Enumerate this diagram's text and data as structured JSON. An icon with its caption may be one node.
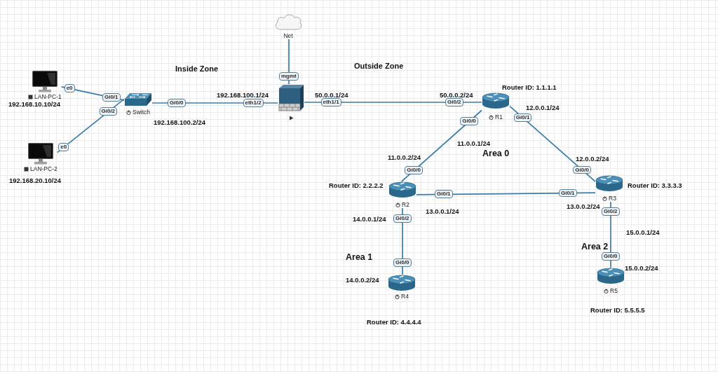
{
  "diagram": {
    "nodes": [
      {
        "text": [
          "LAN-PC-1"
        ],
        "beside": [
          "192.168.10.10/24"
        ]
      },
      {
        "text": [
          "Switch"
        ]
      },
      {
        "text": [
          "LAN-PC-2"
        ],
        "beside": [
          "192.168.20.10/24"
        ]
      },
      {
        "text": [
          "Net"
        ]
      },
      {
        "text": [],
        "shape": "picture"
      },
      {
        "text": [
          "R1"
        ],
        "beside": [
          "Router ID: 1.1.1.1"
        ]
      },
      {
        "text": [
          "R2"
        ],
        "beside": [
          "Router ID: 2.2.2.2"
        ]
      },
      {
        "text": [
          "R3"
        ],
        "beside": [
          "Router ID: 3.3.3.3"
        ]
      },
      {
        "text": [
          "R4"
        ],
        "beside": [
          "Router ID: 4.4.4.4"
        ]
      },
      {
        "text": [
          "R5"
        ],
        "beside": [
          "Router ID: 5.5.5.5"
        ]
      }
    ],
    "edges": [
      {
        "from": 0,
        "to": 1,
        "arrow": "none"
      },
      {
        "from": 2,
        "to": 1,
        "arrow": "none"
      },
      {
        "from": 1,
        "to": 4,
        "arrow": "none"
      },
      {
        "from": 3,
        "to": 4,
        "arrow": "none"
      },
      {
        "from": 4,
        "to": 5,
        "arrow": "none"
      },
      {
        "from": 5,
        "to": 6,
        "arrow": "none"
      },
      {
        "from": 5,
        "to": 7,
        "arrow": "none"
      },
      {
        "from": 6,
        "to": 7,
        "arrow": "none"
      },
      {
        "from": 6,
        "to": 8,
        "arrow": "none"
      },
      {
        "from": 7,
        "to": 9,
        "arrow": "none"
      }
    ],
    "labels": [
      "Inside Zone",
      "Outside Zone",
      "mgmt",
      "e0",
      "192.168.100.1/24",
      "Gi0/1",
      "50.0.0.1/24",
      "50.0.0.2/24",
      "Gi0/0",
      "eth1/2",
      "eth1/1",
      "Gi0/2",
      "12.0.0.1/24",
      "Gi0/2",
      "Gi0/1",
      "Gi0/0",
      "192.168.100.2/24",
      "11.0.0.1/24",
      "e0",
      "Area 0",
      "11.0.0.2/24",
      "12.0.0.2/24",
      "Gi0/0",
      "Gi0/0",
      "Gi0/1",
      "Gi0/1",
      "13.0.0.2/24",
      "13.0.0.1/24",
      "Gi0/2",
      "Gi0/2",
      "14.0.0.1/24",
      "15.0.0.1/24",
      "Area 2",
      "Gi0/0",
      "Area 1",
      "Gi0/0",
      "15.0.0.2/24",
      "14.0.0.2/24"
    ]
  }
}
